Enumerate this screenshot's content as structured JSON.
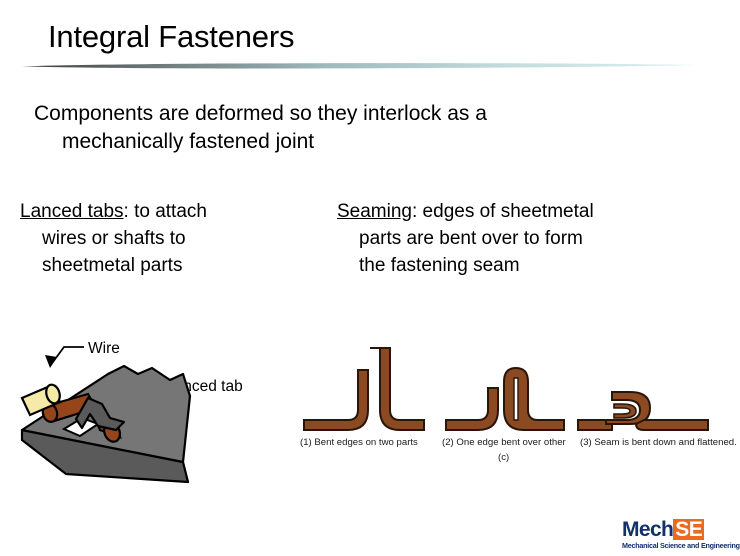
{
  "slide": {
    "title": "Integral Fasteners",
    "lead_line1": "Components are deformed so they interlock as a",
    "lead_line2": "mechanically fastened joint"
  },
  "columns": {
    "left": {
      "term": "Lanced tabs",
      "colon": ":",
      "line1": "  to attach",
      "line2": "wires or shafts to",
      "line3": "sheetmetal parts"
    },
    "right": {
      "term": "Seaming",
      "colon": ":",
      "line1": "  edges of sheetmetal",
      "line2": "parts are bent over to form",
      "line3": "the fastening seam"
    }
  },
  "figure_lanced": {
    "label_wire": "Wire",
    "label_tab": "Lanced tab",
    "colors": {
      "plate_top": "#767676",
      "plate_edge": "#5a5a5a",
      "wire_copper": "#96451a",
      "wire_insulation": "#f5eaa8",
      "outline": "#000000",
      "slot": "#ffffff"
    }
  },
  "figure_seam": {
    "caption_1": "(1) Bent edges on two parts",
    "caption_2": "(2) One edge bent over other",
    "caption_3": "(3) Seam is bent down and flattened.",
    "sub_caption": "(c)",
    "colors": {
      "metal_fill": "#8c4a23",
      "metal_outline": "#2a1509"
    }
  },
  "logo": {
    "mech": "Mech",
    "se": "SE",
    "tagline": "Mechanical Science and Engineering",
    "colors": {
      "navy": "#13306b",
      "orange": "#ea6a1e"
    }
  },
  "theme": {
    "background": "#ffffff",
    "text": "#000000",
    "rule_dark": "#4d4d4d",
    "rule_light": "#cfe6e8"
  }
}
